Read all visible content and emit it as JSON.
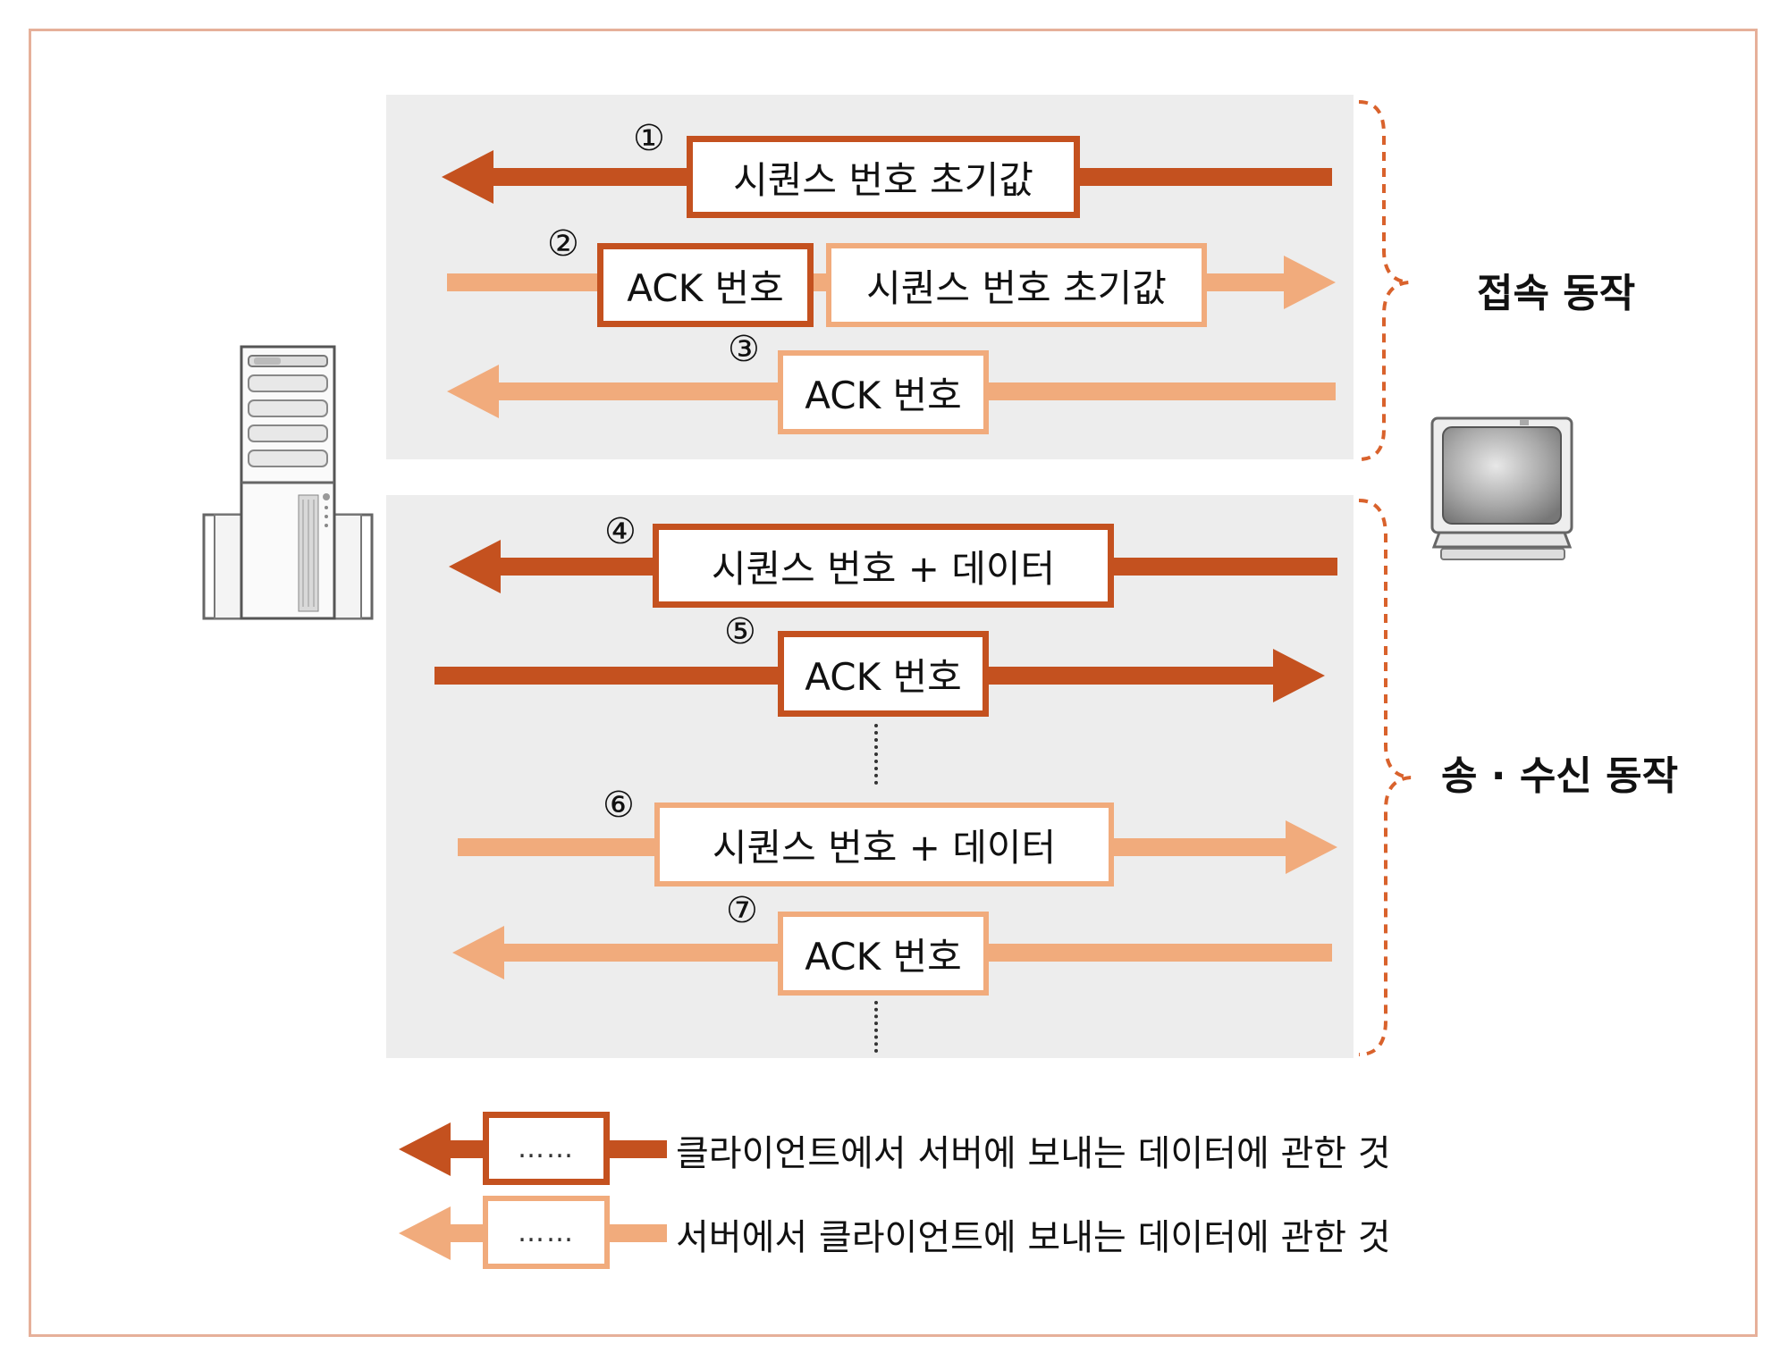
{
  "sections": {
    "connection": "접속 동작",
    "transfer": "송 · 수신 동작"
  },
  "steps": [
    {
      "num": "①",
      "boxes": [
        "시퀀스 번호 초기값"
      ],
      "direction": "to-server",
      "sender": "client"
    },
    {
      "num": "②",
      "boxes": [
        "ACK 번호",
        "시퀀스 번호 초기값"
      ],
      "direction": "to-client",
      "sender": "server"
    },
    {
      "num": "③",
      "boxes": [
        "ACK 번호"
      ],
      "direction": "to-server",
      "sender": "server"
    },
    {
      "num": "④",
      "boxes": [
        "시퀀스 번호 + 데이터"
      ],
      "direction": "to-server",
      "sender": "client"
    },
    {
      "num": "⑤",
      "boxes": [
        "ACK 번호"
      ],
      "direction": "to-client",
      "sender": "client"
    },
    {
      "num": "⑥",
      "boxes": [
        "시퀀스 번호 + 데이터"
      ],
      "direction": "to-client",
      "sender": "server"
    },
    {
      "num": "⑦",
      "boxes": [
        "ACK 번호"
      ],
      "direction": "to-server",
      "sender": "server"
    }
  ],
  "legend": {
    "dots": "……",
    "client_to_server": "클라이언트에서 서버에 보내는 데이터에 관한 것",
    "server_to_client": "서버에서 클라이언트에 보내는 데이터에 관한 것"
  },
  "colors": {
    "client_data": "#c4511f",
    "server_data": "#f1ab7c",
    "panel": "#ededed",
    "frame": "#e6b09a"
  },
  "icons": {
    "left_device": "server-tower-icon",
    "right_device": "monitor-icon"
  }
}
